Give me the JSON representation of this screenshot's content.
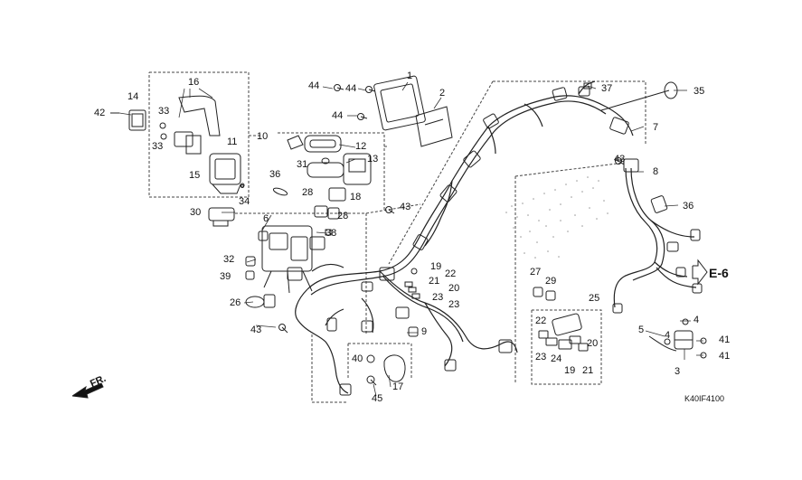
{
  "diagram": {
    "diagram_code": "K40IF4100",
    "reference_label": "E-6",
    "front_label": "FR.",
    "callouts": [
      {
        "id": "c1",
        "text": "1"
      },
      {
        "id": "c2",
        "text": "2"
      },
      {
        "id": "c3",
        "text": "3"
      },
      {
        "id": "c4a",
        "text": "4"
      },
      {
        "id": "c4b",
        "text": "4"
      },
      {
        "id": "c5",
        "text": "5"
      },
      {
        "id": "c6",
        "text": "6"
      },
      {
        "id": "c7",
        "text": "7"
      },
      {
        "id": "c8",
        "text": "8"
      },
      {
        "id": "c9",
        "text": "9"
      },
      {
        "id": "c10",
        "text": "10"
      },
      {
        "id": "c11",
        "text": "11"
      },
      {
        "id": "c12",
        "text": "12"
      },
      {
        "id": "c13",
        "text": "13"
      },
      {
        "id": "c14",
        "text": "14"
      },
      {
        "id": "c15",
        "text": "15"
      },
      {
        "id": "c16",
        "text": "16"
      },
      {
        "id": "c17",
        "text": "17"
      },
      {
        "id": "c18",
        "text": "18"
      },
      {
        "id": "c19a",
        "text": "19"
      },
      {
        "id": "c19b",
        "text": "19"
      },
      {
        "id": "c20a",
        "text": "20"
      },
      {
        "id": "c20b",
        "text": "20"
      },
      {
        "id": "c21a",
        "text": "21"
      },
      {
        "id": "c21b",
        "text": "21"
      },
      {
        "id": "c22a",
        "text": "22"
      },
      {
        "id": "c22b",
        "text": "22"
      },
      {
        "id": "c23a",
        "text": "23"
      },
      {
        "id": "c23b",
        "text": "23"
      },
      {
        "id": "c23c",
        "text": "23"
      },
      {
        "id": "c24",
        "text": "24"
      },
      {
        "id": "c25",
        "text": "25"
      },
      {
        "id": "c26",
        "text": "26"
      },
      {
        "id": "c27",
        "text": "27"
      },
      {
        "id": "c28a",
        "text": "28"
      },
      {
        "id": "c28b",
        "text": "28"
      },
      {
        "id": "c29",
        "text": "29"
      },
      {
        "id": "c30",
        "text": "30"
      },
      {
        "id": "c31",
        "text": "31"
      },
      {
        "id": "c32",
        "text": "32"
      },
      {
        "id": "c33a",
        "text": "33"
      },
      {
        "id": "c33b",
        "text": "33"
      },
      {
        "id": "c34",
        "text": "34"
      },
      {
        "id": "c35",
        "text": "35"
      },
      {
        "id": "c36a",
        "text": "36"
      },
      {
        "id": "c36b",
        "text": "36"
      },
      {
        "id": "c37",
        "text": "37"
      },
      {
        "id": "c38",
        "text": "38"
      },
      {
        "id": "c39",
        "text": "39"
      },
      {
        "id": "c40",
        "text": "40"
      },
      {
        "id": "c41a",
        "text": "41"
      },
      {
        "id": "c41b",
        "text": "41"
      },
      {
        "id": "c42",
        "text": "42"
      },
      {
        "id": "c43a",
        "text": "43"
      },
      {
        "id": "c43b",
        "text": "43"
      },
      {
        "id": "c43c",
        "text": "43"
      },
      {
        "id": "c44a",
        "text": "44"
      },
      {
        "id": "c44b",
        "text": "44"
      },
      {
        "id": "c44c",
        "text": "44"
      },
      {
        "id": "c45",
        "text": "45"
      }
    ]
  }
}
